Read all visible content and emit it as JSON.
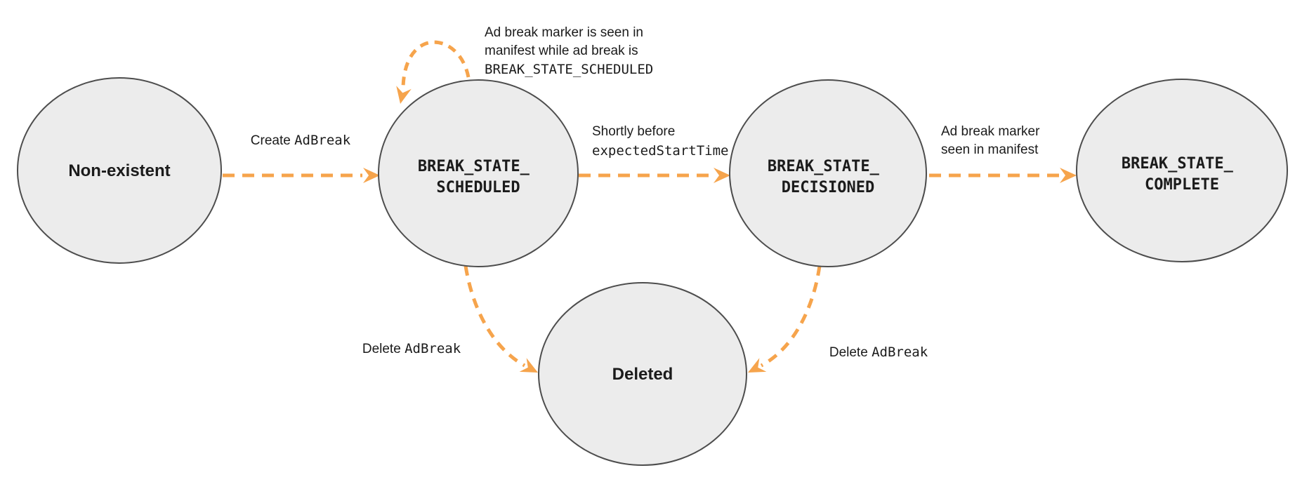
{
  "diagram": {
    "colors": {
      "arrow_accent": "#f6a44c",
      "node_fill": "#ececec",
      "node_border": "#4d4d4d",
      "text": "#1b1b1b"
    },
    "nodes": {
      "non_existent": {
        "label": "Non-existent"
      },
      "scheduled": {
        "line1": "BREAK_STATE_",
        "line2": "SCHEDULED"
      },
      "decisioned": {
        "line1": "BREAK_STATE_",
        "line2": "DECISIONED"
      },
      "complete": {
        "line1": "BREAK_STATE_",
        "line2": "COMPLETE"
      },
      "deleted": {
        "label": "Deleted"
      }
    },
    "edges": {
      "create": {
        "text_plain": "Create ",
        "text_code": "AdBreak"
      },
      "self_loop": {
        "line1": "Ad break marker is seen in",
        "line2": "manifest while ad break is",
        "line3": "BREAK_STATE_SCHEDULED"
      },
      "decision": {
        "line1": "Shortly before",
        "line2_code": "expectedStartTime"
      },
      "complete": {
        "line1": "Ad break marker",
        "line2": "seen in manifest"
      },
      "delete_left": {
        "text_plain": "Delete ",
        "text_code": "AdBreak"
      },
      "delete_right": {
        "text_plain": "Delete ",
        "text_code": "AdBreak"
      }
    }
  }
}
